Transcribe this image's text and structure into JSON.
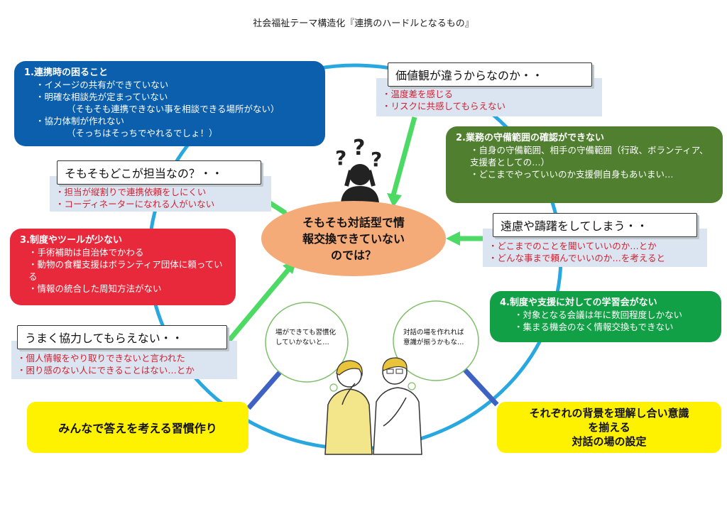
{
  "title": "社会福祉テーマ構造化『連携のハードルとなるもの』",
  "blue_box": {
    "heading": "1.連携時の困ること",
    "lines": [
      "・イメージの共有ができていない",
      "・明確な相談先が定まっていない",
      "（そもそも連携できない事を相談できる場所がない）",
      "・協力体制が作れない",
      "（そっちはそっちでやれるでしょ！）"
    ]
  },
  "olive_box": {
    "heading": "2.業務の守備範囲の確認ができない",
    "lines": [
      "・自身の守備範囲、相手の守備範囲（行政、ボランティア、支援者としての…）",
      "・どこまでやっていいのか支援側自身もあいまい…"
    ]
  },
  "red_box": {
    "heading": "3.制度やツールが少ない",
    "lines": [
      "・手術補助は自治体でかわる",
      "・動物の食糧支援はボランティア団体に頼っている",
      "・情報の統合した周知方法がない"
    ]
  },
  "green_box": {
    "heading": "4.制度や支援に対しての学習会がない",
    "lines": [
      "・対象となる会議は年に数回程度しかない",
      "・集まる機会のなく情報交換もできない"
    ]
  },
  "q1": {
    "label": "価値観が違うからなのか・・",
    "notes": [
      "・温度差を感じる",
      "・リスクに共感してもらえない"
    ]
  },
  "q2": {
    "label": "そもそもどこが担当なの？・・",
    "notes": [
      "・担当が縦割りで連携依頼をしにくい",
      "・コーディネーターになれる人がいない"
    ]
  },
  "q3": {
    "label": "遠慮や躊躇をしてしまう・・",
    "notes": [
      "・どこまでのことを聞いていいのか…とか",
      "・どんな事まで頼んでいいのか…を考えると"
    ]
  },
  "q4": {
    "label": "うまく協力してもらえない・・",
    "notes": [
      "・個人情報をやり取りできないと言われた",
      "・困り感のない人にできることはない…とか"
    ]
  },
  "center": {
    "lines": [
      "そもそも対話型で情",
      "報交換できていない",
      "のでは？"
    ]
  },
  "solution_left": "みんなで答えを考える習慣作り",
  "solution_right": [
    "それぞれの背景を理解し合い意識",
    "を揃える",
    "対話の場の設定"
  ],
  "bubble_left": [
    "場ができても習慣化",
    "していかないと…"
  ],
  "bubble_right": [
    "対話の場を作れれば",
    "意識が揃うかもな…"
  ],
  "colors": {
    "blue": "#0b5fad",
    "olive": "#4f7f2f",
    "red": "#e8293c",
    "green": "#12a046",
    "center": "#f4ab78",
    "yellow": "#fff200",
    "note_bg": "#dbe5f1",
    "note_text": "#d21f2f",
    "ring": "#29a8e0",
    "arrow": "#4cd964",
    "blue_arrow": "#3d62c4"
  },
  "icons": [
    "question-person-icon",
    "thinking-woman-icon",
    "thinking-man-icon"
  ]
}
